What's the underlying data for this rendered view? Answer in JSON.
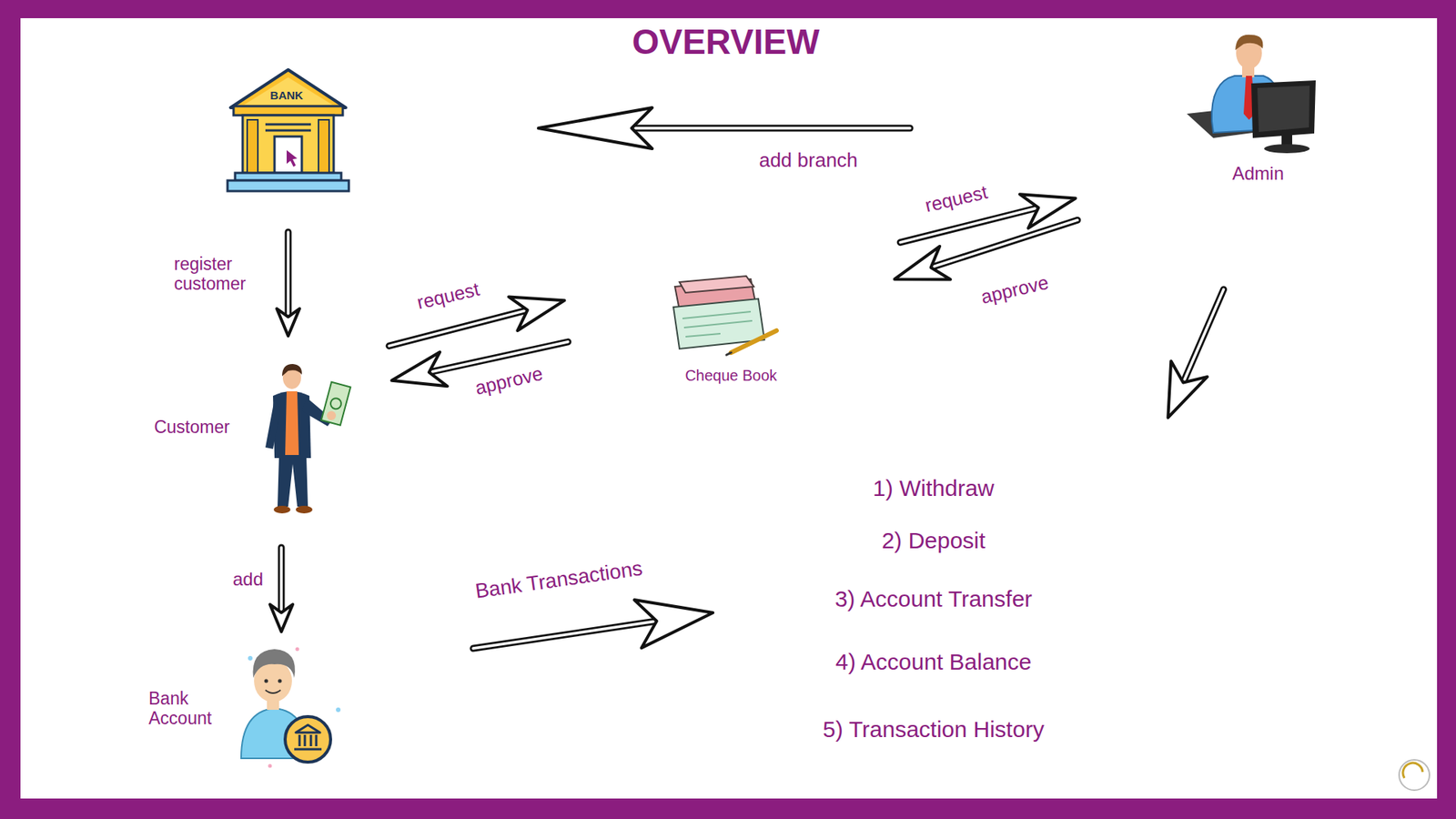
{
  "diagram": {
    "title": "OVERVIEW",
    "nodes": [
      {
        "text": [
          "BANK"
        ]
      },
      {
        "text": [
          "Admin"
        ]
      },
      {
        "text": [
          "Customer"
        ]
      },
      {
        "text": [
          "Cheque Book"
        ]
      },
      {
        "text": [
          "Bank Account"
        ]
      },
      {
        "text": [
          "1) Withdraw",
          "2) Deposit",
          "3) Account Transfer",
          "4) Account Balance",
          "5) Transaction History"
        ]
      }
    ],
    "edges": [
      {
        "from": 1,
        "to": 0,
        "label": "add branch",
        "arrow": "to"
      },
      {
        "from": 0,
        "to": 2,
        "label": "register customer",
        "arrow": "to"
      },
      {
        "from": 2,
        "to": 3,
        "label": "request",
        "arrow": "to"
      },
      {
        "from": 3,
        "to": 2,
        "label": "approve",
        "arrow": "to"
      },
      {
        "from": 3,
        "to": 1,
        "label": "request",
        "arrow": "to"
      },
      {
        "from": 1,
        "to": 3,
        "label": "approve",
        "arrow": "to"
      },
      {
        "from": 1,
        "to": 5,
        "arrow": "to"
      },
      {
        "from": 2,
        "to": 4,
        "label": "add",
        "arrow": "to"
      },
      {
        "from": 4,
        "to": 5,
        "label": "Bank Transactions",
        "arrow": "to"
      }
    ]
  }
}
